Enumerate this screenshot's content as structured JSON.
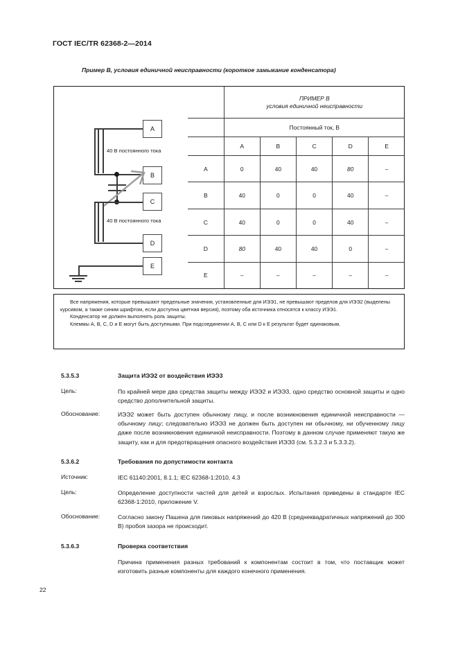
{
  "header": {
    "standard": "ГОСТ IEC/TR 62368-2—2014"
  },
  "figure": {
    "caption": "Пример В, условия единичной неисправности (короткое замыкание конденсатора)",
    "circuit": {
      "terminals": [
        "A",
        "B",
        "C",
        "D",
        "E"
      ],
      "source_label_top": "40 В постоянного тока",
      "source_label_bottom": "40 В постоянного тока"
    },
    "table": {
      "title_line1": "ПРИМЕР В",
      "title_line2": "условия единичной неисправности",
      "group_header": "Постоянный ток, В",
      "columns": [
        "A",
        "B",
        "C",
        "D",
        "E"
      ],
      "rows": [
        {
          "label": "A",
          "values": [
            "0",
            "40",
            "40",
            "80",
            "–"
          ],
          "italic": [
            false,
            false,
            false,
            true,
            false
          ]
        },
        {
          "label": "B",
          "values": [
            "40",
            "0",
            "0",
            "40",
            "–"
          ],
          "italic": [
            false,
            false,
            false,
            false,
            false
          ]
        },
        {
          "label": "C",
          "values": [
            "40",
            "0",
            "0",
            "40",
            "–"
          ],
          "italic": [
            false,
            false,
            false,
            false,
            false
          ]
        },
        {
          "label": "D",
          "values": [
            "80",
            "40",
            "40",
            "0",
            "–"
          ],
          "italic": [
            true,
            false,
            false,
            false,
            false
          ]
        },
        {
          "label": "E",
          "values": [
            "–",
            "–",
            "–",
            "–",
            "–"
          ],
          "italic": [
            false,
            false,
            false,
            false,
            false
          ]
        }
      ]
    },
    "notes": [
      "Все напряжения, которые превышают предельные значения, установленные для ИЭЭ1, не превышают пределов для ИЭЭ2 (выделены курсивом, а также синим шрифтом, если доступна цветная версия), поэтому оба источника относятся к классу ИЭЭ1.",
      "Конденсатор не должен выполнять роль защиты.",
      "Клеммы А, В, С, D и Е могут быть доступными. При подсоединении А, В, С или D к Е результат будет одинаковым."
    ]
  },
  "sections": [
    {
      "number": "5.3.5.3",
      "title": "Защита ИЭЭ2 от воздействия ИЭЭ3",
      "entries": [
        {
          "label": "Цель:",
          "text": "По крайней мере два средства защиты между ИЭЭ2 и ИЭЭ3, одно средство основной защиты и одно средство дополнительной защиты."
        },
        {
          "label": "Обоснование:",
          "text": "ИЭЭ2 может быть доступен обычному лицу, и после возникновения единичной неисправности — обычному лицу; следовательно ИЭЭ3 не должен быть доступен ни обычному, ни обученному лицу даже после возникновения единичной неисправности. Поэтому в данном случае применяют такую же защиту, как и для предотвращения опасного воздействия ИЭЭ3 (см. 5.3.2.3 и 5.3.3.2)."
        }
      ]
    },
    {
      "number": "5.3.6.2",
      "title": "Требования по допустимости контакта",
      "entries": [
        {
          "label": "Источник:",
          "text": "IEC 61140:2001, 8.1.1; IEC 62368-1:2010, 4.3"
        },
        {
          "label": "Цель:",
          "text": "Определение доступности частей для детей и взрослых. Испытания приведены в стандарте IEC 62368-1:2010, приложение V."
        },
        {
          "label": "Обоснование:",
          "text": "Согласно закону Пашена для пиковых напряжений до 420 В (среднеквадратичных напряжений до 300 В) пробоя зазора не происходит."
        }
      ]
    },
    {
      "number": "5.3.6.3",
      "title": "Проверка соответствия",
      "entries": [
        {
          "label": "",
          "text": "Причина применения разных требований к компонентам состоит в том, что поставщик может изготовить разные компоненты для каждого конечного применения."
        }
      ]
    }
  ],
  "footer": {
    "page_number": "22"
  }
}
